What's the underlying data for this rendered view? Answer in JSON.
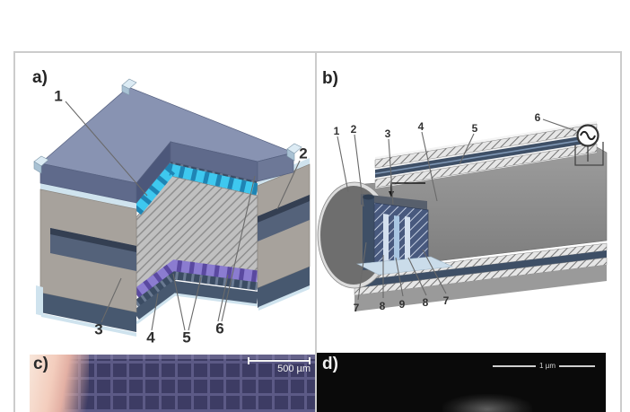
{
  "figure": {
    "description": "Four-panel device figure: a) layered plate actuator cutaway, b) coated fiber cutaway with AC source, c) optical micrograph, d) SEM micrograph",
    "frame_color": "#cccccc",
    "panel_a": {
      "tag": "a)",
      "labels": [
        "1",
        "2",
        "3",
        "4",
        "5",
        "6"
      ],
      "colors": {
        "top_slab": "#8893b2",
        "pale_blue": "#cfe3ee",
        "cyan_layer": "#3ec8ef",
        "purple_layer": "#8b7cd0",
        "navy": "#3b4c63",
        "gray_block": "#a7a29c",
        "core_hatch": "#c0c0c0"
      }
    },
    "panel_b": {
      "tag": "b)",
      "labels_top": [
        "1",
        "2",
        "3",
        "4",
        "5"
      ],
      "label_source": "6",
      "labels_bottom": [
        "7",
        "8",
        "9",
        "8",
        "7"
      ],
      "source_symbol": "ac-sine-source",
      "colors": {
        "body_gray": "#909090",
        "coat_navy": "#3e4f66",
        "cut_hatch_blue": "#48597e",
        "pale_strip": "#d3dfee",
        "mid_strip": "#a9c6e2"
      }
    },
    "panel_c": {
      "tag": "c)",
      "scale_bar_label": "500 µm",
      "colors": {
        "field": "#3d3c64",
        "grid": "#5c5a86",
        "pink_edge": "#f3cdbd"
      }
    },
    "panel_d": {
      "tag": "d)",
      "scale_bar_label": "1 µm",
      "colors": {
        "field": "#0a0a0a"
      }
    }
  }
}
